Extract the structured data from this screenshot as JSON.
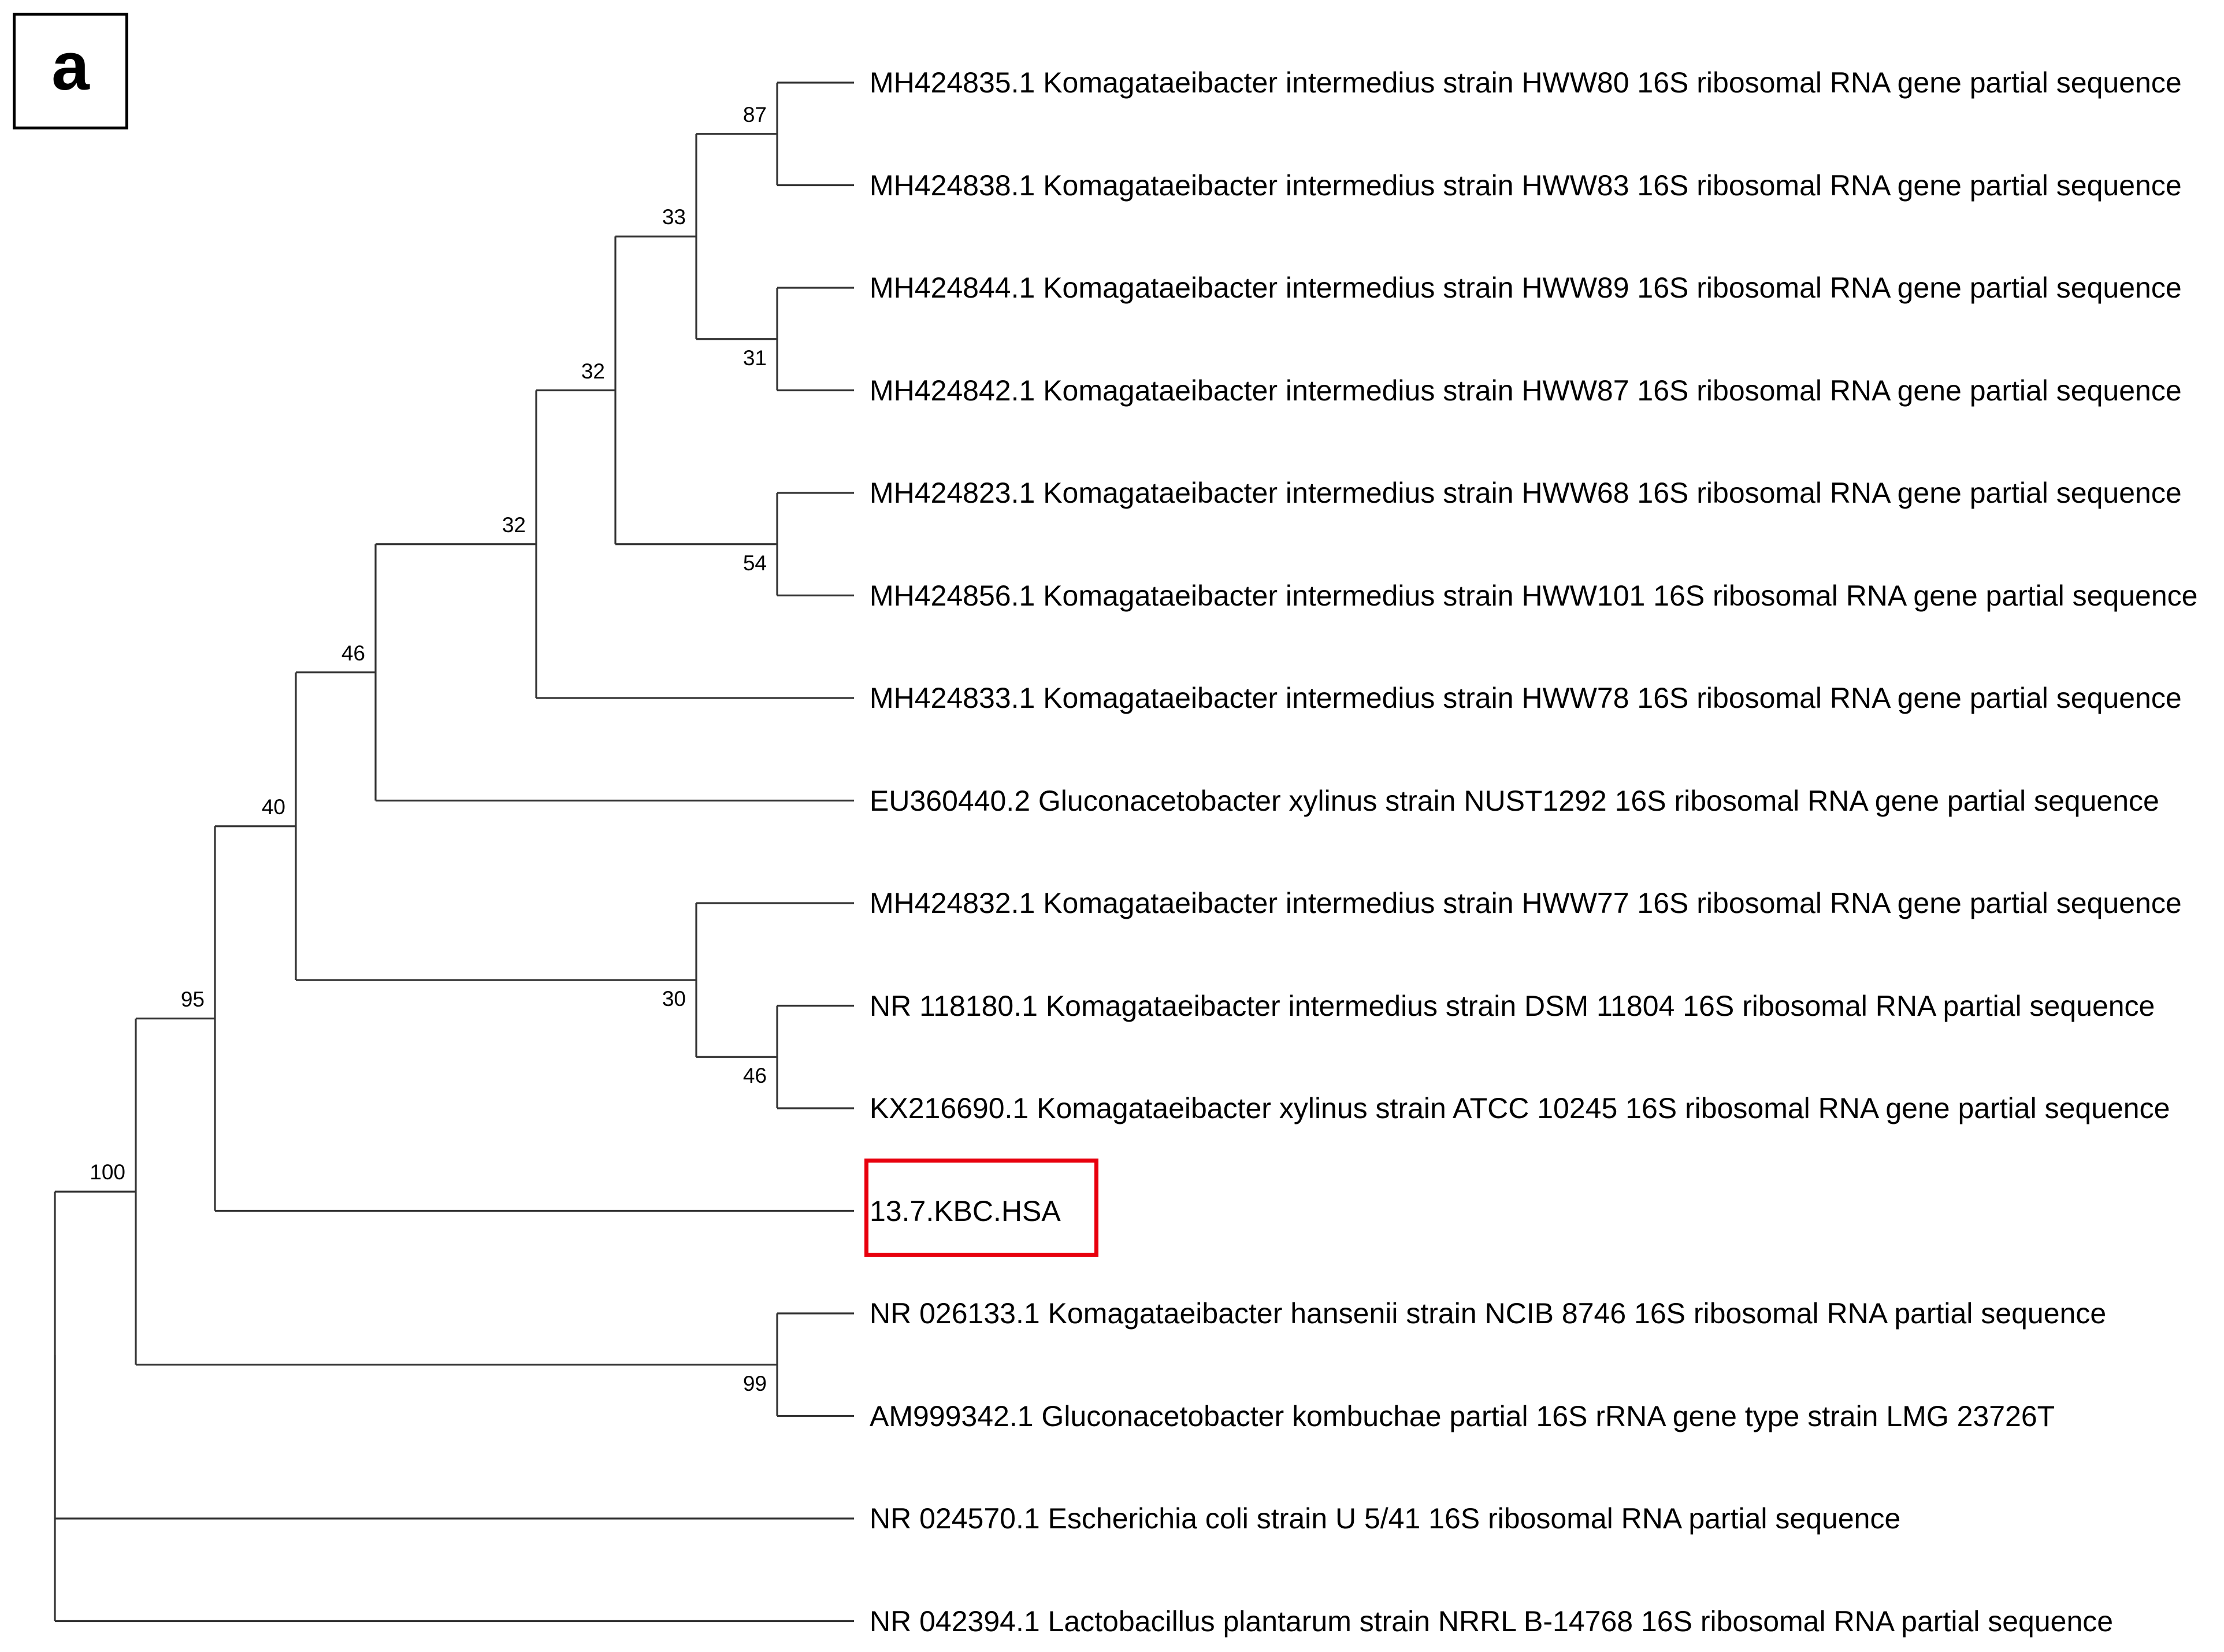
{
  "panel_label": "a",
  "highlight_color": "#e8000d",
  "leaves": [
    "MH424835.1 Komagataeibacter intermedius strain HWW80 16S ribosomal RNA gene partial sequence",
    "MH424838.1 Komagataeibacter intermedius strain HWW83 16S ribosomal RNA gene partial sequence",
    "MH424844.1 Komagataeibacter intermedius strain HWW89 16S ribosomal RNA gene partial sequence",
    "MH424842.1 Komagataeibacter intermedius strain HWW87 16S ribosomal RNA gene partial sequence",
    "MH424823.1 Komagataeibacter intermedius strain HWW68 16S ribosomal RNA gene partial sequence",
    "MH424856.1 Komagataeibacter intermedius strain HWW101 16S ribosomal RNA gene partial sequence",
    "MH424833.1 Komagataeibacter intermedius strain HWW78 16S ribosomal RNA gene partial sequence",
    "EU360440.2 Gluconacetobacter xylinus strain NUST1292 16S ribosomal RNA gene partial sequence",
    "MH424832.1 Komagataeibacter intermedius strain HWW77 16S ribosomal RNA gene partial sequence",
    "NR 118180.1 Komagataeibacter intermedius strain DSM 11804 16S ribosomal RNA partial sequence",
    "KX216690.1 Komagataeibacter xylinus strain ATCC 10245 16S ribosomal RNA gene partial sequence",
    "13.7.KBC.HSA",
    "NR 026133.1 Komagataeibacter hansenii strain NCIB 8746 16S ribosomal RNA partial sequence",
    "AM999342.1 Gluconacetobacter kombuchae partial 16S rRNA gene type strain LMG 23726T",
    "NR 024570.1 Escherichia coli strain U 5/41 16S ribosomal RNA partial sequence",
    "NR 042394.1 Lactobacillus plantarum strain NRRL B-14768 16S ribosomal RNA partial sequence"
  ],
  "highlighted_leaf": "13.7.KBC.HSA",
  "supports": [
    "87",
    "33",
    "31",
    "32",
    "54",
    "32",
    "46",
    "40",
    "30",
    "46",
    "95",
    "99",
    "100"
  ]
}
